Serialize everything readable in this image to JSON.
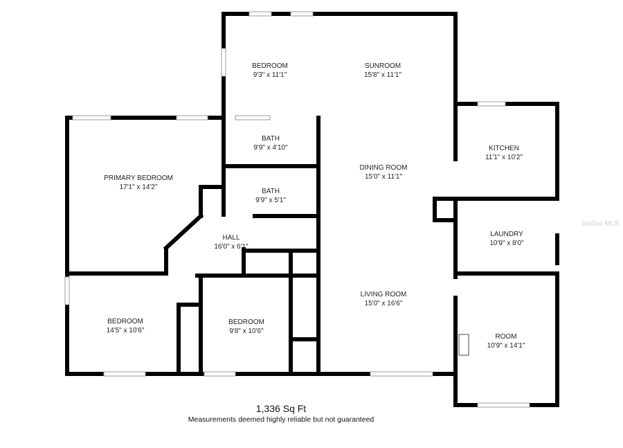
{
  "rooms": [
    {
      "name": "BEDROOM",
      "dims": "9'3\" x 11'1\""
    },
    {
      "name": "SUNROOM",
      "dims": "15'8\" x 11'1\""
    },
    {
      "name": "PRIMARY BEDROOM",
      "dims": "17'1\" x 14'2\""
    },
    {
      "name": "BATH",
      "dims": "9'9\" x 4'10\""
    },
    {
      "name": "BATH",
      "dims": "9'9\" x 5'1\""
    },
    {
      "name": "DINING ROOM",
      "dims": "15'0\" x 11'1\""
    },
    {
      "name": "KITCHEN",
      "dims": "11'1\" x 10'2\""
    },
    {
      "name": "HALL",
      "dims": "16'0\" x 6'1\""
    },
    {
      "name": "LAUNDRY",
      "dims": "10'9\" x 8'0\""
    },
    {
      "name": "BEDROOM",
      "dims": "14'5\" x 10'6\""
    },
    {
      "name": "BEDROOM",
      "dims": "9'8\" x 10'6\""
    },
    {
      "name": "LIVING ROOM",
      "dims": "15'0\" x 16'6\""
    },
    {
      "name": "ROOM",
      "dims": "10'9\" x 14'1\""
    }
  ],
  "total_area": "1,336 Sq Ft",
  "disclaimer": "Measurements deemed highly reliable but not guaranteed",
  "watermark": "Stellar MLS",
  "colors": {
    "wall": "#000000",
    "window": "#bbbbbb"
  }
}
